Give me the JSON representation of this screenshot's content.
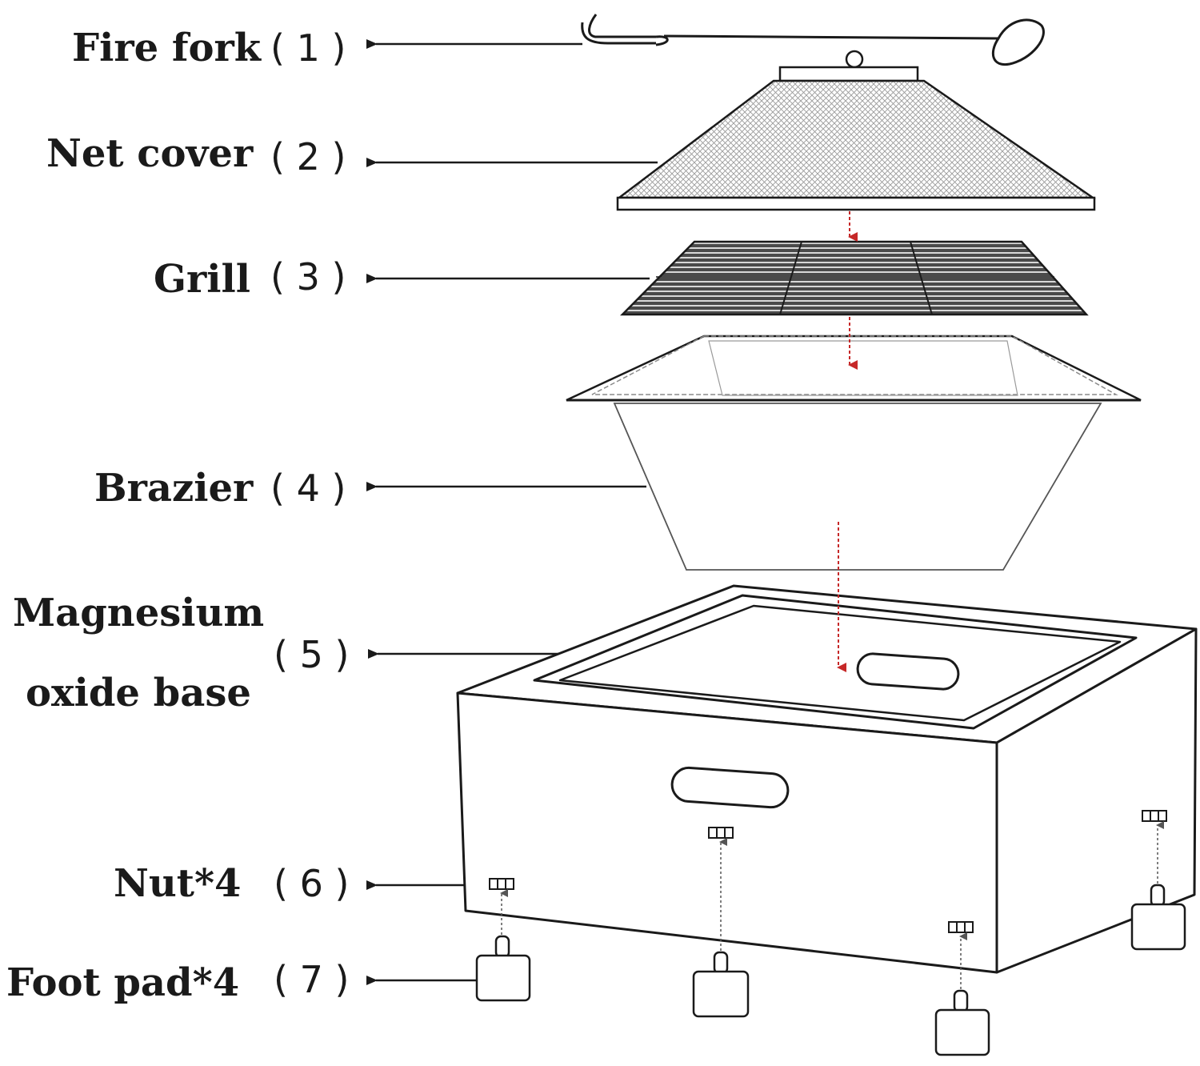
{
  "parts": [
    {
      "name": "Fire fork",
      "number": "( 1 )"
    },
    {
      "name": "Net cover",
      "number": "( 2 )"
    },
    {
      "name": "Grill",
      "number": "( 3 )"
    },
    {
      "name": "Brazier",
      "number": "( 4 )"
    },
    {
      "name_line1": "Magnesium",
      "name_line2": "oxide base",
      "number": "( 5 )"
    },
    {
      "name": "Nut*4",
      "number": "( 6 )"
    },
    {
      "name": "Foot pad*4",
      "number": "( 7 )"
    }
  ],
  "colors": {
    "line": "#1a1a1a",
    "mesh": "#c9c9c9",
    "grill_dark": "#3a3a3a",
    "assembly_arrow": "#c62828",
    "body": "#ffffff"
  }
}
